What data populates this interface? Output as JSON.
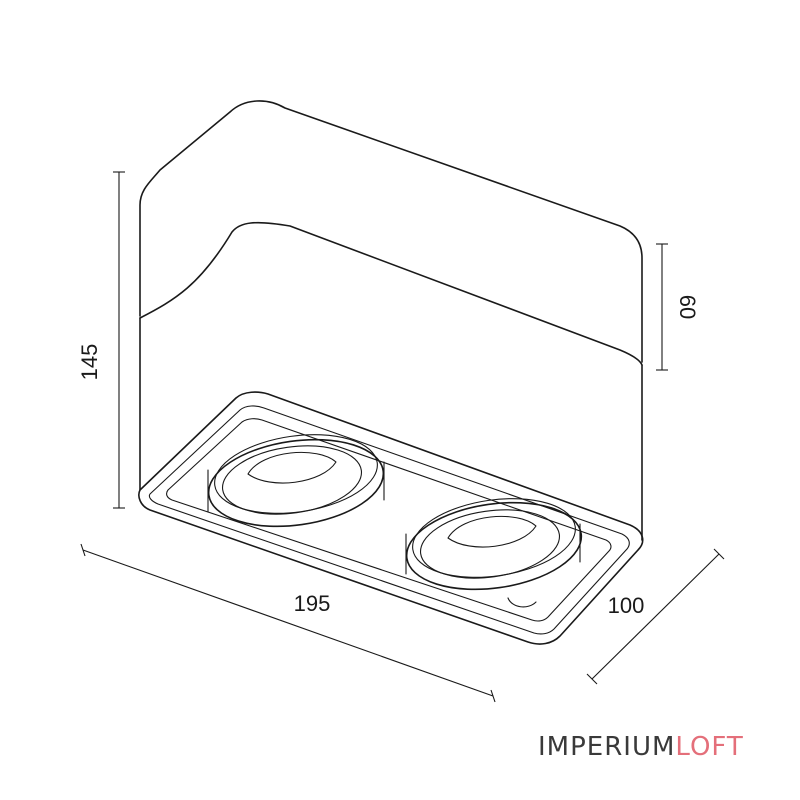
{
  "diagram": {
    "dimensions": {
      "height_total": "145",
      "height_upper": "60",
      "length": "195",
      "depth": "100"
    }
  },
  "brand": {
    "part1": "IMPERIUM",
    "part2": "LOFT",
    "color_main": "#3a3a3a",
    "color_accent": "#e46f7a"
  }
}
